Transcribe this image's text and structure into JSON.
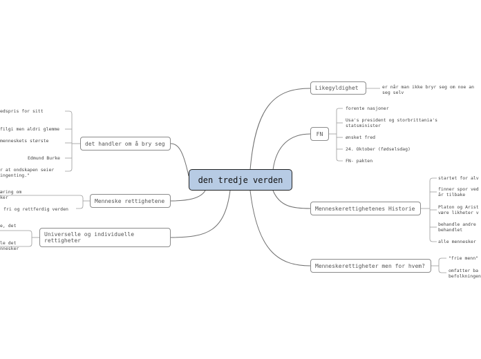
{
  "central": "den tredje verden",
  "right": {
    "likegyldighet": {
      "label": "Likegyldighet",
      "leaves": [
        "er når man ikke bryr seg om noe an",
        "seg selv"
      ]
    },
    "fn": {
      "label": "FN",
      "leaves": [
        "forente nasjoner",
        "Usa's president og storbrittania's",
        "statsminister",
        "ønsket fred",
        "24. Oktober (fødselsdag)",
        "FN- pakten"
      ]
    },
    "historie": {
      "label": "Menneskerettighetenes Historie",
      "leaves": [
        "startet for alv",
        "finner spor ved",
        "år tilbake",
        "Platon og Arist",
        "være likheter v",
        "behandle andre",
        "behandlet",
        "alle mennesker"
      ]
    },
    "forhvem": {
      "label": "Menneskerettigheter men for hvem?",
      "leaves": [
        "\"frie menn\"",
        "omfatter ba",
        "befolkningen"
      ]
    }
  },
  "left": {
    "bryseg": {
      "label": "det handler om å bry seg",
      "leaves": [
        "edspris for sitt",
        "filgi men aldri glemme",
        "menneskets største",
        "Edmund Burke",
        "r at ondskapen seier",
        "ingenting.\""
      ]
    },
    "rettighetene": {
      "label": "Menneske rettighetene",
      "leaves": [
        "æring om",
        "ker",
        "fri og rettferdig verden"
      ]
    },
    "universelle": {
      "label_line1": "Universelle og individuelle",
      "label_line2": "rettigheter",
      "leaves": [
        "e, det",
        "le det",
        "nnesker"
      ]
    }
  }
}
